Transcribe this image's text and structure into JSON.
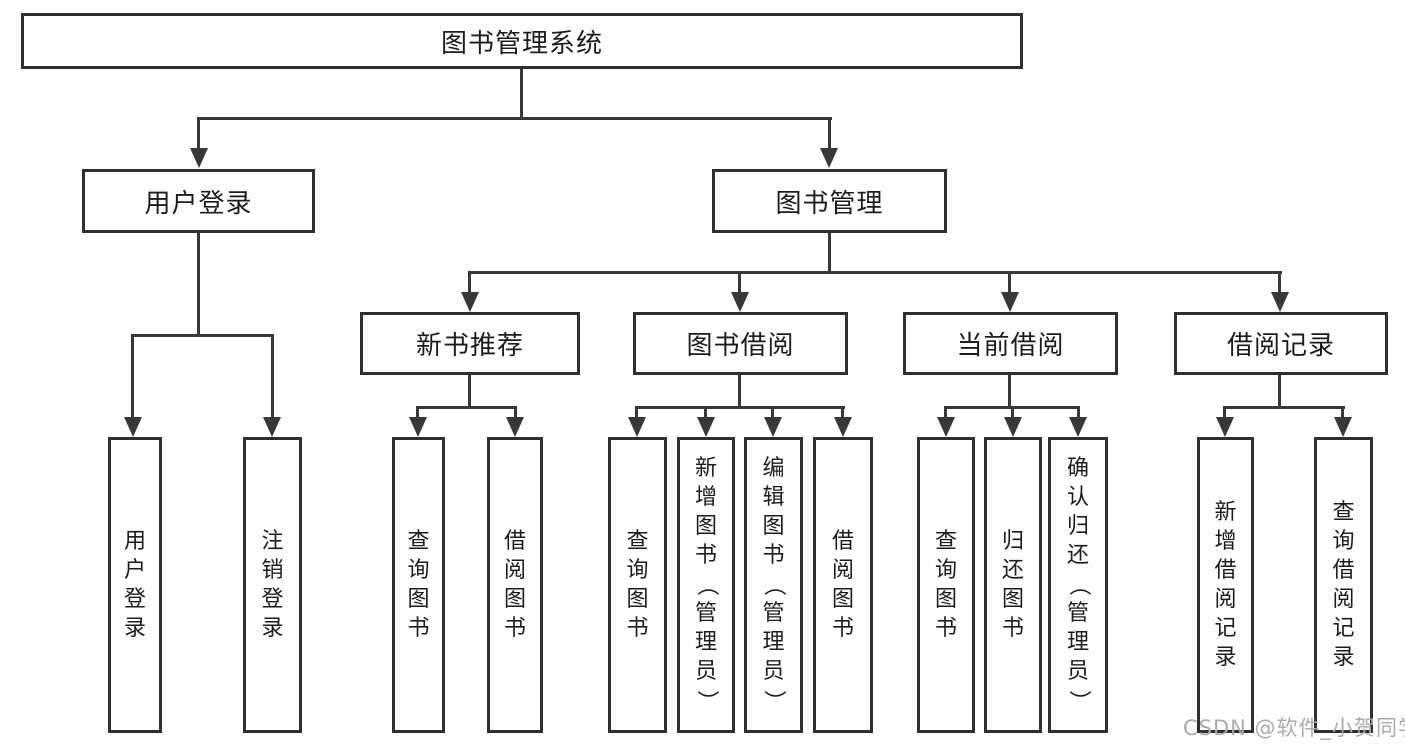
{
  "diagram": {
    "title": "图书管理系统",
    "level2": {
      "user_login": "用户登录",
      "book_mgmt": "图书管理"
    },
    "level3": {
      "new_book_rec": "新书推荐",
      "book_borrow": "图书借阅",
      "current_borrow": "当前借阅",
      "borrow_records": "借阅记录"
    },
    "leaves": {
      "user_login": [
        "用户登录",
        "注销登录"
      ],
      "new_book_rec": [
        "查询图书",
        "借阅图书"
      ],
      "book_borrow": [
        "查询图书",
        "新增图书（管理员）",
        "编辑图书（管理员）",
        "借阅图书"
      ],
      "current_borrow": [
        "查询图书",
        "归还图书",
        "确认归还（管理员）"
      ],
      "borrow_records": [
        "新增借阅记录",
        "查询借阅记录"
      ]
    }
  },
  "watermark": "CSDN @软件_小贺同学",
  "colors": {
    "background": "#ffffff",
    "line": "#383838",
    "box_border": "#2f2f2f",
    "text": "#1c1c1c",
    "watermark": "#ababab"
  }
}
